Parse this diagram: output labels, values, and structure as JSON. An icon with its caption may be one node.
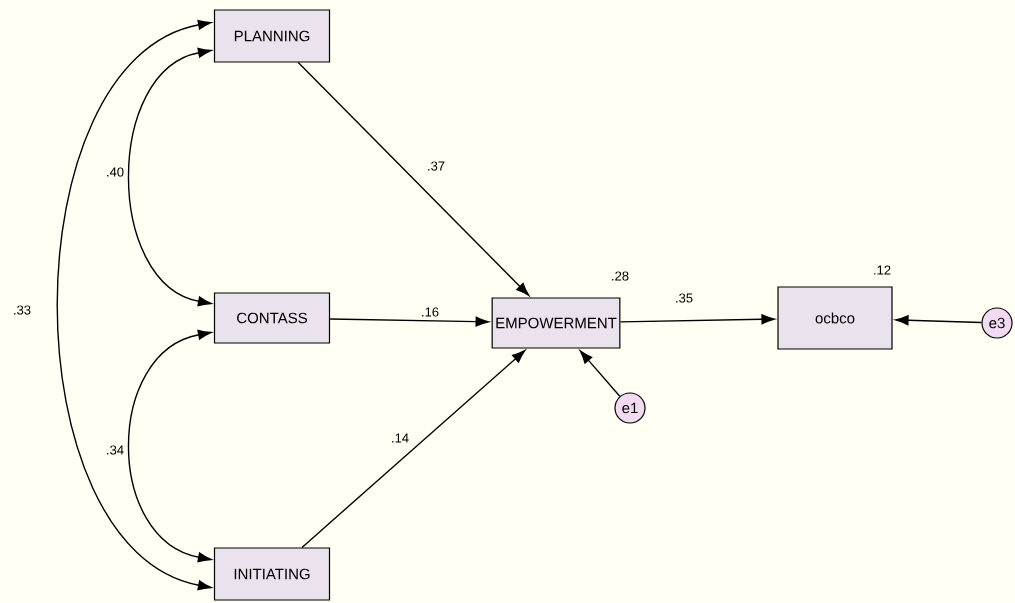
{
  "diagram": {
    "nodes": [
      {
        "text": [
          "PLANNING"
        ]
      },
      {
        "text": [
          "CONTASS"
        ]
      },
      {
        "text": [
          "INITIATING"
        ]
      },
      {
        "text": [
          "EMPOWERMENT"
        ],
        "beside": [
          ".28"
        ]
      },
      {
        "text": [
          "ocbco"
        ],
        "beside": [
          ".12"
        ]
      },
      {
        "text": [
          "e1"
        ]
      },
      {
        "text": [
          "e3"
        ]
      }
    ],
    "edges": [
      {
        "from": 0,
        "to": 3,
        "arrow": "to",
        "label": ".37"
      },
      {
        "from": 1,
        "to": 3,
        "arrow": "to",
        "label": ".16"
      },
      {
        "from": 2,
        "to": 3,
        "arrow": "to",
        "label": ".14"
      },
      {
        "from": 3,
        "to": 4,
        "arrow": "to",
        "label": ".35"
      },
      {
        "from": 5,
        "to": 3,
        "arrow": "to"
      },
      {
        "from": 6,
        "to": 4,
        "arrow": "to"
      },
      {
        "from": 0,
        "to": 1,
        "arrow": "both",
        "label": ".40"
      },
      {
        "from": 1,
        "to": 2,
        "arrow": "both",
        "label": ".34"
      },
      {
        "from": 0,
        "to": 2,
        "arrow": "both",
        "label": ".33"
      }
    ]
  }
}
